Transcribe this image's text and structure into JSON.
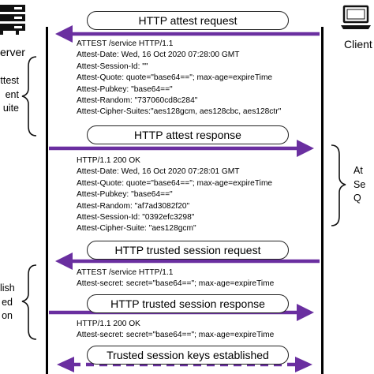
{
  "server": {
    "label": "erver"
  },
  "client": {
    "label": "Client"
  },
  "left_notes": {
    "attest_group": [
      "ttest",
      "ent",
      "uite"
    ],
    "establish_group": [
      "lish",
      "ed",
      "on"
    ]
  },
  "right_notes": {
    "response_group": [
      "At",
      "Se",
      "Q"
    ]
  },
  "steps": [
    {
      "title": "HTTP attest request",
      "lines": [
        "ATTEST /service HTTP/1.1",
        "Attest-Date: Wed, 16 Oct 2020 07:28:00 GMT",
        "Attest-Session-Id: \"\"",
        "Attest-Quote: quote=\"base64==\"; max-age=expireTime",
        "Attest-Pubkey: \"base64==\"",
        "Attest-Random: \"737060cd8c284\"",
        "Attest-Cipher-Suites:\"aes128gcm, aes128cbc, aes128ctr\""
      ]
    },
    {
      "title": "HTTP attest response",
      "lines": [
        "HTTP/1.1 200 OK",
        "Attest-Date: Wed, 16 Oct 2020 07:28:01 GMT",
        "Attest-Quote: quote=\"base64==\"; max-age=expireTime",
        "Attest-Pubkey: \"base64==\"",
        "Attest-Random: \"af7ad3082f20\"",
        "Attest-Session-Id: \"0392efc3298\"",
        "Attest-Cipher-Suite: \"aes128gcm\""
      ]
    },
    {
      "title": "HTTP trusted session request",
      "lines": [
        "ATTEST /service HTTP/1.1",
        "Attest-secret: secret=\"base64==\"; max-age=expireTime"
      ]
    },
    {
      "title": "HTTP trusted session response",
      "lines": [
        "HTTP/1.1 200 OK",
        "Attest-secret: secret=\"base64==\"; max-age=expireTime"
      ]
    },
    {
      "title": "Trusted session keys established",
      "lines": []
    }
  ],
  "colors": {
    "arrow": "#6a2fa0",
    "line": "#000000"
  }
}
